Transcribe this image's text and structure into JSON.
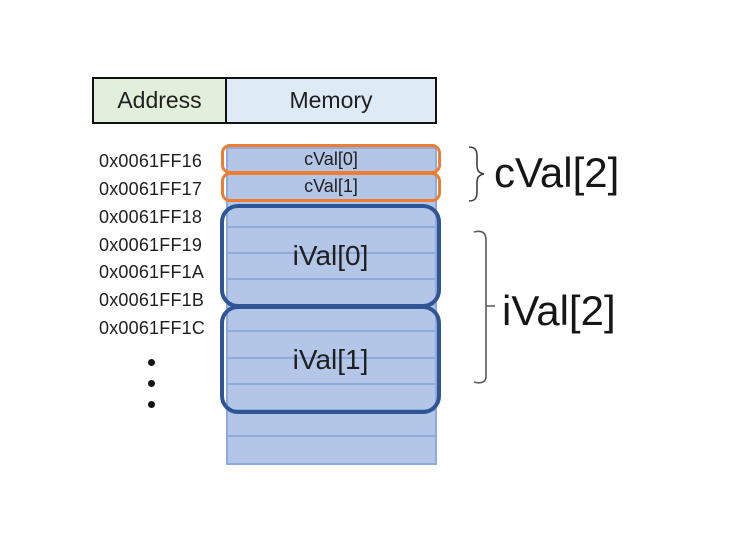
{
  "diagram": {
    "header": {
      "address": "Address",
      "memory": "Memory"
    },
    "addresses": [
      "0x0061FF16",
      "0x0061FF17",
      "0x0061FF18",
      "0x0061FF19",
      "0x0061FF1A",
      "0x0061FF1B",
      "0x0061FF1C"
    ],
    "memory_cells": {
      "cval": [
        "cVal[0]",
        "cVal[1]"
      ],
      "ival": [
        "iVal[0]",
        "iVal[1]"
      ],
      "trailing_empty_rows": 2
    },
    "annotations": {
      "cval_group": "cVal[2]",
      "ival_group": "iVal[2]"
    },
    "colors": {
      "address_header_bg": "#E2EFDA",
      "memory_header_bg": "#DEEBF7",
      "memory_row_fill": "#B4C6E7",
      "memory_row_border": "#8FAADC",
      "cval_highlight_border": "#ED7D31",
      "ival_highlight_border": "#2F5597",
      "table_border": "#101010",
      "text": "#1F1F1F"
    }
  }
}
